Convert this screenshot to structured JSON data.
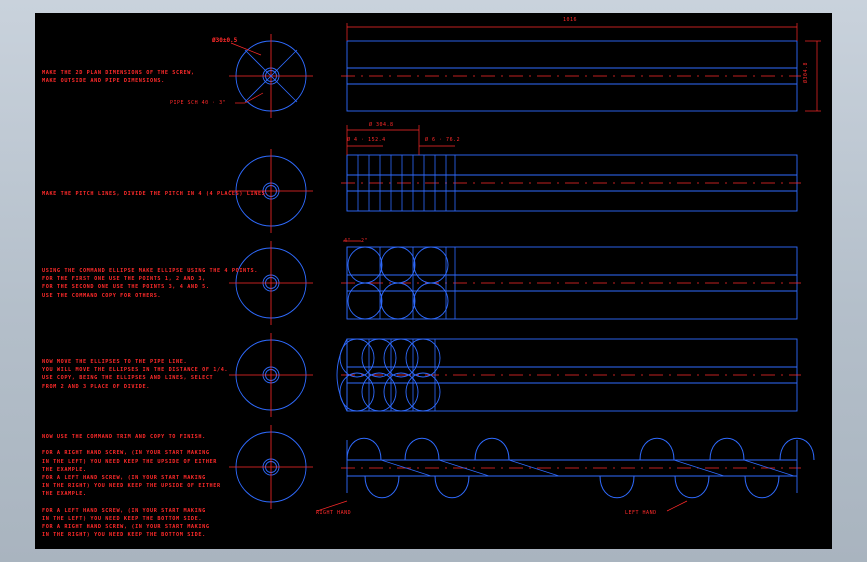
{
  "colors": {
    "background_outer": "#b9c3cd",
    "sheet": "#000000",
    "geometry": "#2f6bff",
    "annotation": "#ff2a2a",
    "highlight": "#ff2a2a"
  },
  "labels": {
    "diameter_callout": "Ø30±0.5",
    "length_dim": "1016",
    "height_dim": "Ø304.8",
    "pitch_dim": "Ø 304.8",
    "pitch_half_left": "Ø 4 · 152.4",
    "pitch_half_right": "Ø 6 · 76.2",
    "shaft_callout": "PIPE SCH 40 · 3\"",
    "small_dim_1": "4\"",
    "small_dim_2": "2\"",
    "right_hand_label": "RIGHT HAND",
    "left_hand_label": "LEFT HAND"
  },
  "steps": [
    {
      "lines": [
        "MAKE THE 2D PLAN DIMENSIONS OF THE SCREW,",
        "MAKE OUTSIDE AND PIPE DIMENSIONS."
      ]
    },
    {
      "lines": [
        "MAKE THE PITCH LINES, DIVIDE THE PITCH IN 4 (4 PLACES) LINES."
      ]
    },
    {
      "lines": [
        "USING THE COMMAND ELLIPSE MAKE ELLIPSE USING THE 4 POINTS.",
        "FOR THE FIRST ONE USE THE POINTS 1, 2 AND 3,",
        "FOR THE SECOND ONE USE THE POINTS 3, 4 AND 5.",
        "USE THE COMMAND COPY FOR OTHERS."
      ]
    },
    {
      "lines": [
        "NOW MOVE THE ELLIPSES TO THE PIPE LINE.",
        "YOU WILL MOVE THE ELLIPSES IN THE DISTANCE OF 1/4.",
        "USE COPY, BEING THE ELLIPSES AND LINES, SELECT",
        "FROM 2 AND 3 PLACE OF DIVIDE."
      ]
    },
    {
      "lines": [
        "NOW USE THE COMMAND TRIM AND COPY TO FINISH.",
        "",
        "FOR A RIGHT HAND SCREW, (IN YOUR START MAKING",
        "IN THE LEFT) YOU NEED KEEP THE UPSIDE OF EITHER",
        "THE EXAMPLE.",
        "FOR A LEFT HAND SCREW, (IN YOUR START MAKING",
        "IN THE RIGHT) YOU NEED KEEP THE UPSIDE OF EITHER",
        "THE EXAMPLE.",
        "",
        "FOR A LEFT HAND SCREW, (IN YOUR START MAKING",
        "IN THE LEFT) YOU NEED KEEP THE BOTTOM SIDE.",
        "FOR A RIGHT HAND SCREW, (IN YOUR START MAKING",
        "IN THE RIGHT) YOU NEED KEEP THE BOTTOM SIDE."
      ]
    }
  ]
}
